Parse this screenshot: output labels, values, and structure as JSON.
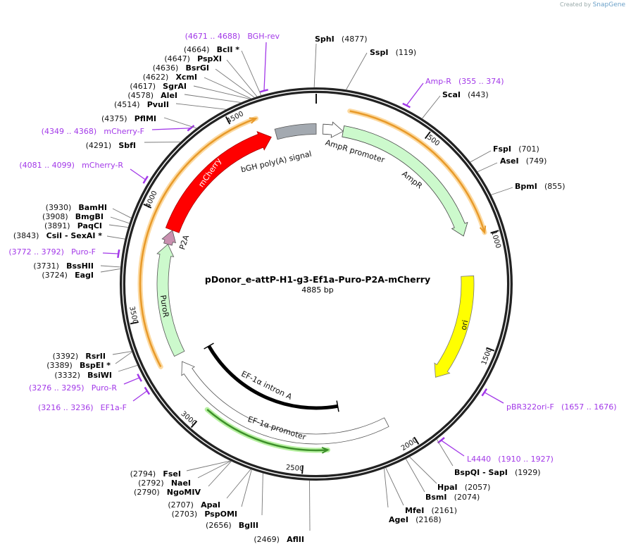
{
  "credit": {
    "prefix": "Created by",
    "brand": "SnapGene"
  },
  "plasmid": {
    "name": "pDonor_e-attP-H1-g3-Ef1a-Puro-P2A-mCherry",
    "length_label": "4885 bp"
  },
  "ticks": [
    "500",
    "1000",
    "1500",
    "2000",
    "2500",
    "3000",
    "3500",
    "4000",
    "4500"
  ],
  "features": {
    "bgh": "bGH poly(A) signal",
    "amp_promoter": "AmpR promoter",
    "ampr": "AmpR",
    "mcherry": "mCherry",
    "p2a": "P2A",
    "puror": "PuroR",
    "ori": "ori",
    "intron": "EF-1α intron A",
    "ef1a_promoter": "EF-1α promoter"
  },
  "colors": {
    "backbone": "#222222",
    "primer": "#a238e8",
    "mcherry": "#ff0000",
    "ori": "#ffff00",
    "ampr": "#ccf9cc",
    "puror": "#ccf9cc",
    "p2a": "#c990b0",
    "bgh": "#a3a9b0",
    "thin_orange": "#e89a2a"
  },
  "sites": [
    {
      "type": "enzyme",
      "name": "SphI",
      "pos": "(4877)"
    },
    {
      "type": "enzyme",
      "name": "SspI",
      "pos": "(119)"
    },
    {
      "type": "primer",
      "name": "Amp-R",
      "pos": "(355 .. 374)"
    },
    {
      "type": "enzyme",
      "name": "ScaI",
      "pos": "(443)"
    },
    {
      "type": "enzyme",
      "name": "FspI",
      "pos": "(701)"
    },
    {
      "type": "enzyme",
      "name": "AseI",
      "pos": "(749)"
    },
    {
      "type": "enzyme",
      "name": "BpmI",
      "pos": "(855)"
    },
    {
      "type": "primer",
      "name": "pBR322ori-F",
      "pos": "(1657 .. 1676)"
    },
    {
      "type": "primer",
      "name": "L4440",
      "pos": "(1910 .. 1927)"
    },
    {
      "type": "enzyme",
      "name": "BspQI - SapI",
      "pos": "(1929)"
    },
    {
      "type": "enzyme",
      "name": "HpaI",
      "pos": "(2057)"
    },
    {
      "type": "enzyme",
      "name": "BsmI",
      "pos": "(2074)"
    },
    {
      "type": "enzyme",
      "name": "MfeI",
      "pos": "(2161)"
    },
    {
      "type": "enzyme",
      "name": "AgeI",
      "pos": "(2168)"
    },
    {
      "type": "enzyme",
      "name": "AflII",
      "pos": "(2469)"
    },
    {
      "type": "enzyme",
      "name": "BglII",
      "pos": "(2656)"
    },
    {
      "type": "enzyme",
      "name": "PspOMI",
      "pos": "(2703)"
    },
    {
      "type": "enzyme",
      "name": "ApaI",
      "pos": "(2707)"
    },
    {
      "type": "enzyme",
      "name": "NgoMIV",
      "pos": "(2790)"
    },
    {
      "type": "enzyme",
      "name": "NaeI",
      "pos": "(2792)"
    },
    {
      "type": "enzyme",
      "name": "FseI",
      "pos": "(2794)"
    },
    {
      "type": "primer",
      "name": "EF1a-F",
      "pos": "(3216 .. 3236)"
    },
    {
      "type": "primer",
      "name": "Puro-R",
      "pos": "(3276 .. 3295)"
    },
    {
      "type": "enzyme",
      "name": "BsiWI",
      "pos": "(3332)"
    },
    {
      "type": "enzyme",
      "name": "BspEI *",
      "pos": "(3389)"
    },
    {
      "type": "enzyme",
      "name": "RsrII",
      "pos": "(3392)"
    },
    {
      "type": "enzyme",
      "name": "EagI",
      "pos": "(3724)"
    },
    {
      "type": "enzyme",
      "name": "BssHII",
      "pos": "(3731)"
    },
    {
      "type": "primer",
      "name": "Puro-F",
      "pos": "(3772 .. 3792)"
    },
    {
      "type": "enzyme",
      "name": "CsiI   - SexAI *",
      "pos": "(3843)"
    },
    {
      "type": "enzyme",
      "name": "PaqCI",
      "pos": "(3891)"
    },
    {
      "type": "enzyme",
      "name": "BmgBI",
      "pos": "(3908)"
    },
    {
      "type": "enzyme",
      "name": "BamHI",
      "pos": "(3930)"
    },
    {
      "type": "primer",
      "name": "mCherry-R",
      "pos": "(4081 .. 4099)"
    },
    {
      "type": "enzyme",
      "name": "SbfI",
      "pos": "(4291)"
    },
    {
      "type": "primer",
      "name": "mCherry-F",
      "pos": "(4349 .. 4368)"
    },
    {
      "type": "enzyme",
      "name": "PflMI",
      "pos": "(4375)"
    },
    {
      "type": "enzyme",
      "name": "PvuII",
      "pos": "(4514)"
    },
    {
      "type": "enzyme",
      "name": "AleI",
      "pos": "(4578)"
    },
    {
      "type": "enzyme",
      "name": "SgrAI",
      "pos": "(4617)"
    },
    {
      "type": "enzyme",
      "name": "XcmI",
      "pos": "(4622)"
    },
    {
      "type": "enzyme",
      "name": "BsrGI",
      "pos": "(4636)"
    },
    {
      "type": "enzyme",
      "name": "PspXI",
      "pos": "(4647)"
    },
    {
      "type": "enzyme",
      "name": "BclI *",
      "pos": "(4664)"
    },
    {
      "type": "primer",
      "name": "BGH-rev",
      "pos": "(4671 .. 4688)"
    }
  ]
}
